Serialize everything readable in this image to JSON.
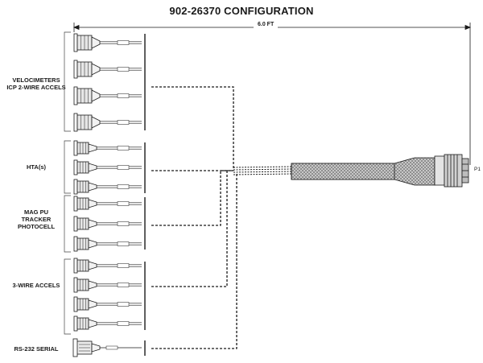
{
  "title": "902-26370 CONFIGURATION",
  "cable_length": "6.0 FT",
  "main_connector": "P1",
  "groups": {
    "velocimeters": [
      "VELOCIMETERS",
      "ICP 2-WIRE ACCELS"
    ],
    "hta": [
      "HTA(s)"
    ],
    "magpu": [
      "MAG PU",
      "TRACKER",
      "PHOTOCELL"
    ],
    "accels3": [
      "3-WIRE ACCELS"
    ],
    "rs232": [
      "RS-232 SERIAL"
    ]
  },
  "colors": {
    "line": "#1a1a1a",
    "connector": "#e8e8e8"
  }
}
